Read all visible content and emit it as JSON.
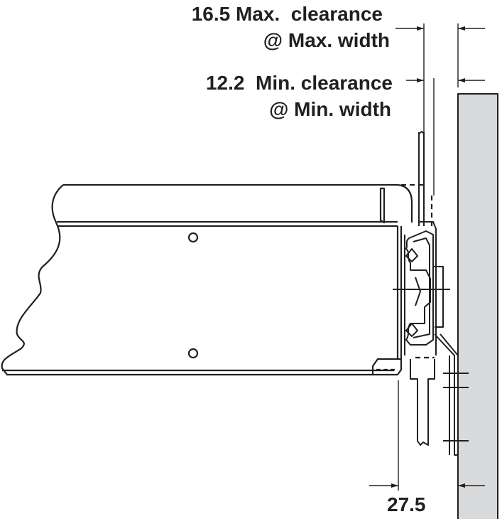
{
  "labels": {
    "max_clearance": "16.5 Max.  clearance",
    "max_width": "@ Max. width",
    "min_clearance": "12.2  Min. clearance",
    "min_width": "@ Min. width",
    "side_dimension": "27.5"
  },
  "colors": {
    "line": "#231f20",
    "cabinet_side": "#d9dadb"
  }
}
